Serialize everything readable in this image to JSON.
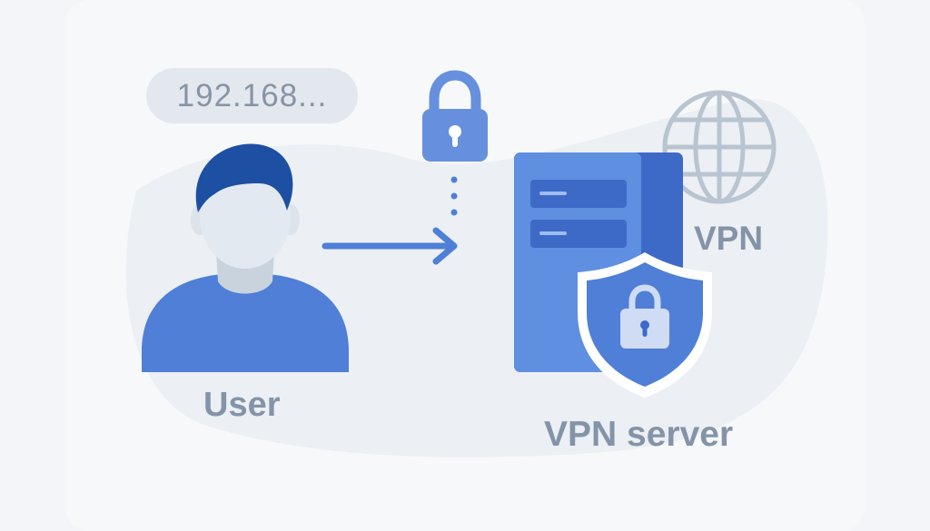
{
  "user": {
    "ip_address": "192.168...",
    "label": "User"
  },
  "server": {
    "label": "VPN server"
  },
  "globe": {
    "label": "VPN"
  },
  "icons": {
    "user": "user-icon",
    "arrow": "arrow-right-icon",
    "padlock": "padlock-icon",
    "globe": "globe-icon",
    "server": "server-icon",
    "shield": "shield-lock-icon"
  },
  "colors": {
    "accent": "#4f7fd6",
    "accent_dark": "#3e6ac7",
    "accent_light": "#6c9ce5",
    "hair": "#1d4fa3",
    "skin": "#e3e9f0",
    "label_gray": "#8494a8",
    "globe_gray": "#b9c4d1"
  }
}
